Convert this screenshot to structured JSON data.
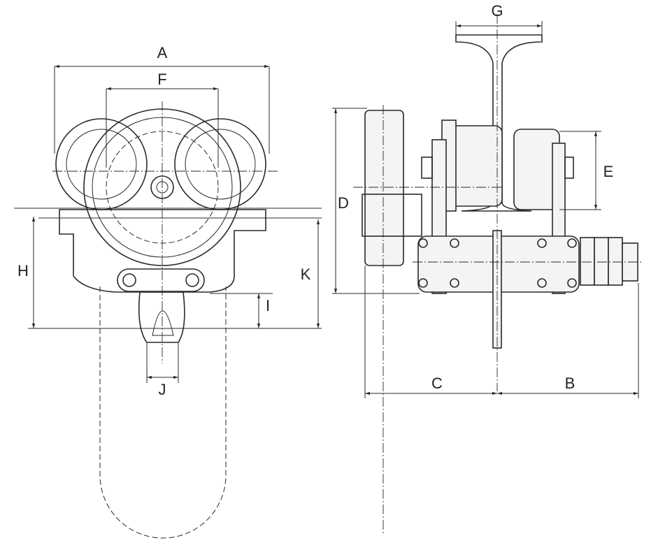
{
  "title": "Geared trolley dimension drawing",
  "dimension_labels": {
    "A": "A",
    "B": "B",
    "C": "C",
    "D": "D",
    "E": "E",
    "F": "F",
    "G": "G",
    "H": "H",
    "I": "I",
    "J": "J",
    "K": "K"
  },
  "colors": {
    "line": "#2a2a2a",
    "background": "#ffffff"
  }
}
